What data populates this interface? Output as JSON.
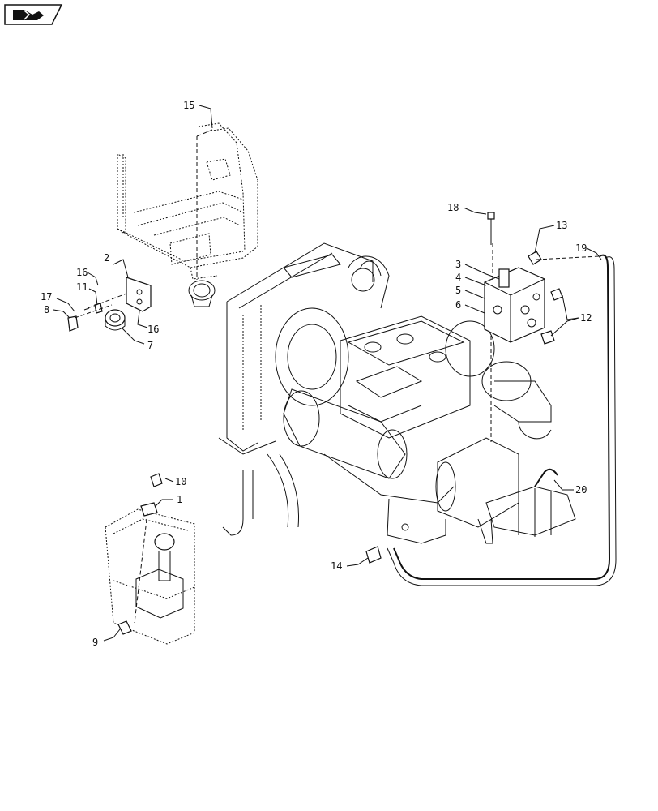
{
  "nav": {
    "icon": "book-arrow-icon"
  },
  "callouts": {
    "c1": "1",
    "c2": "2",
    "c3": "3",
    "c4": "4",
    "c5": "5",
    "c6": "6",
    "c7": "7",
    "c8": "8",
    "c9": "9",
    "c10": "10",
    "c11": "11",
    "c12": "12",
    "c13": "13",
    "c14": "14",
    "c15": "15",
    "c16a": "16",
    "c16b": "16",
    "c17": "17",
    "c18": "18",
    "c19": "19",
    "c20": "20"
  }
}
